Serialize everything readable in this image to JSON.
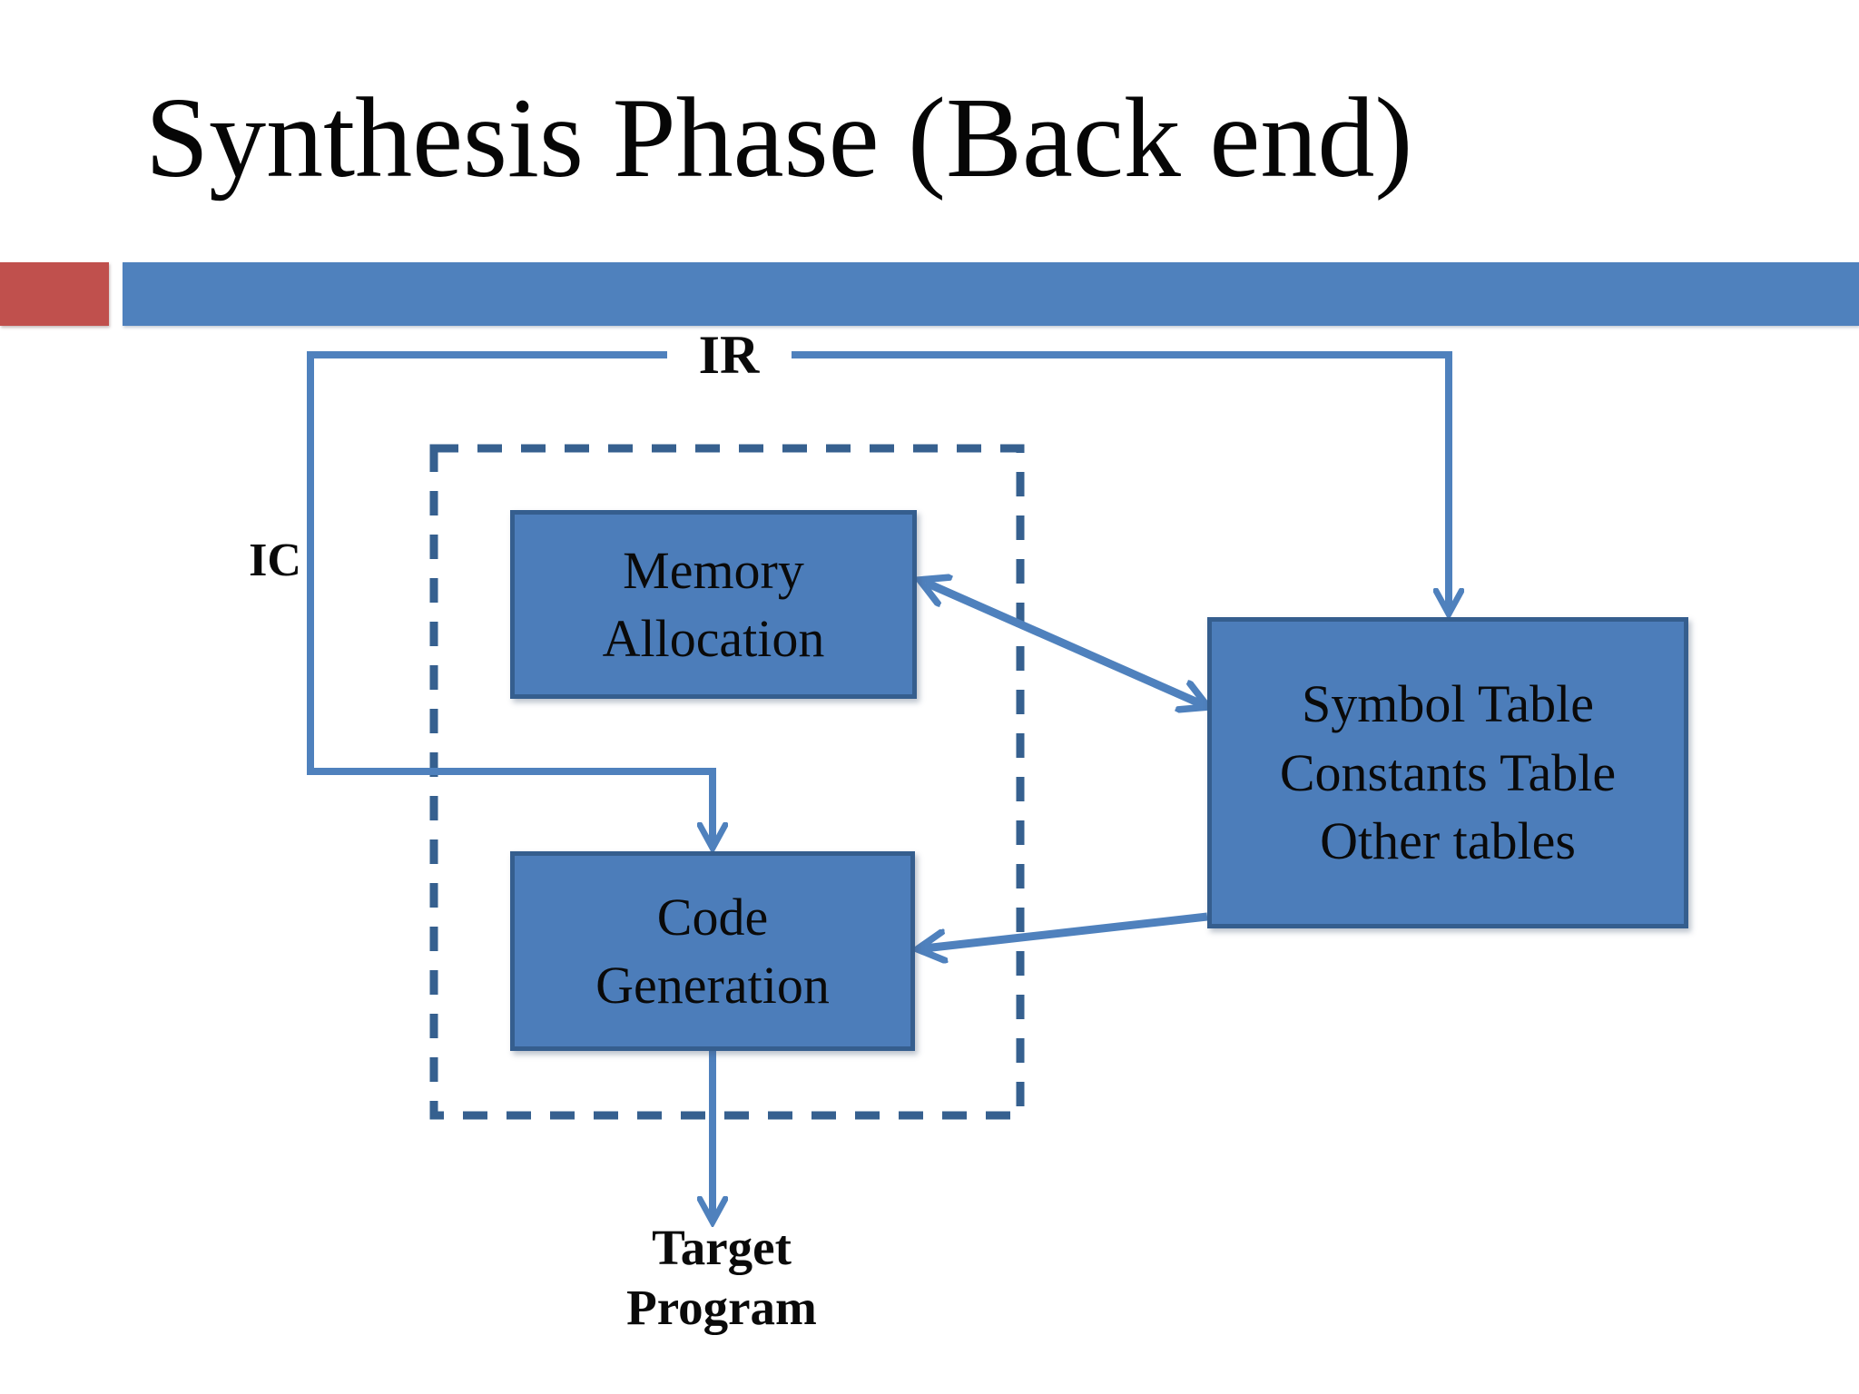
{
  "slide": {
    "title": "Synthesis Phase (Back end)"
  },
  "decor": {
    "red_block_color": "#C0504D",
    "bar_color": "#4F81BD"
  },
  "diagram": {
    "labels": {
      "ir": "IR",
      "ic": "IC",
      "target_line1": "Target",
      "target_line2": "Program"
    },
    "boxes": {
      "memory": {
        "lines": [
          "Memory",
          "Allocation"
        ]
      },
      "code": {
        "lines": [
          "Code",
          "Generation"
        ]
      },
      "tables": {
        "lines": [
          "Symbol Table",
          "Constants Table",
          "Other tables"
        ]
      }
    },
    "colors": {
      "box_fill": "#4C7DBA",
      "box_border": "#355E8E",
      "line": "#4F81BD",
      "dash": "#36608F"
    }
  }
}
